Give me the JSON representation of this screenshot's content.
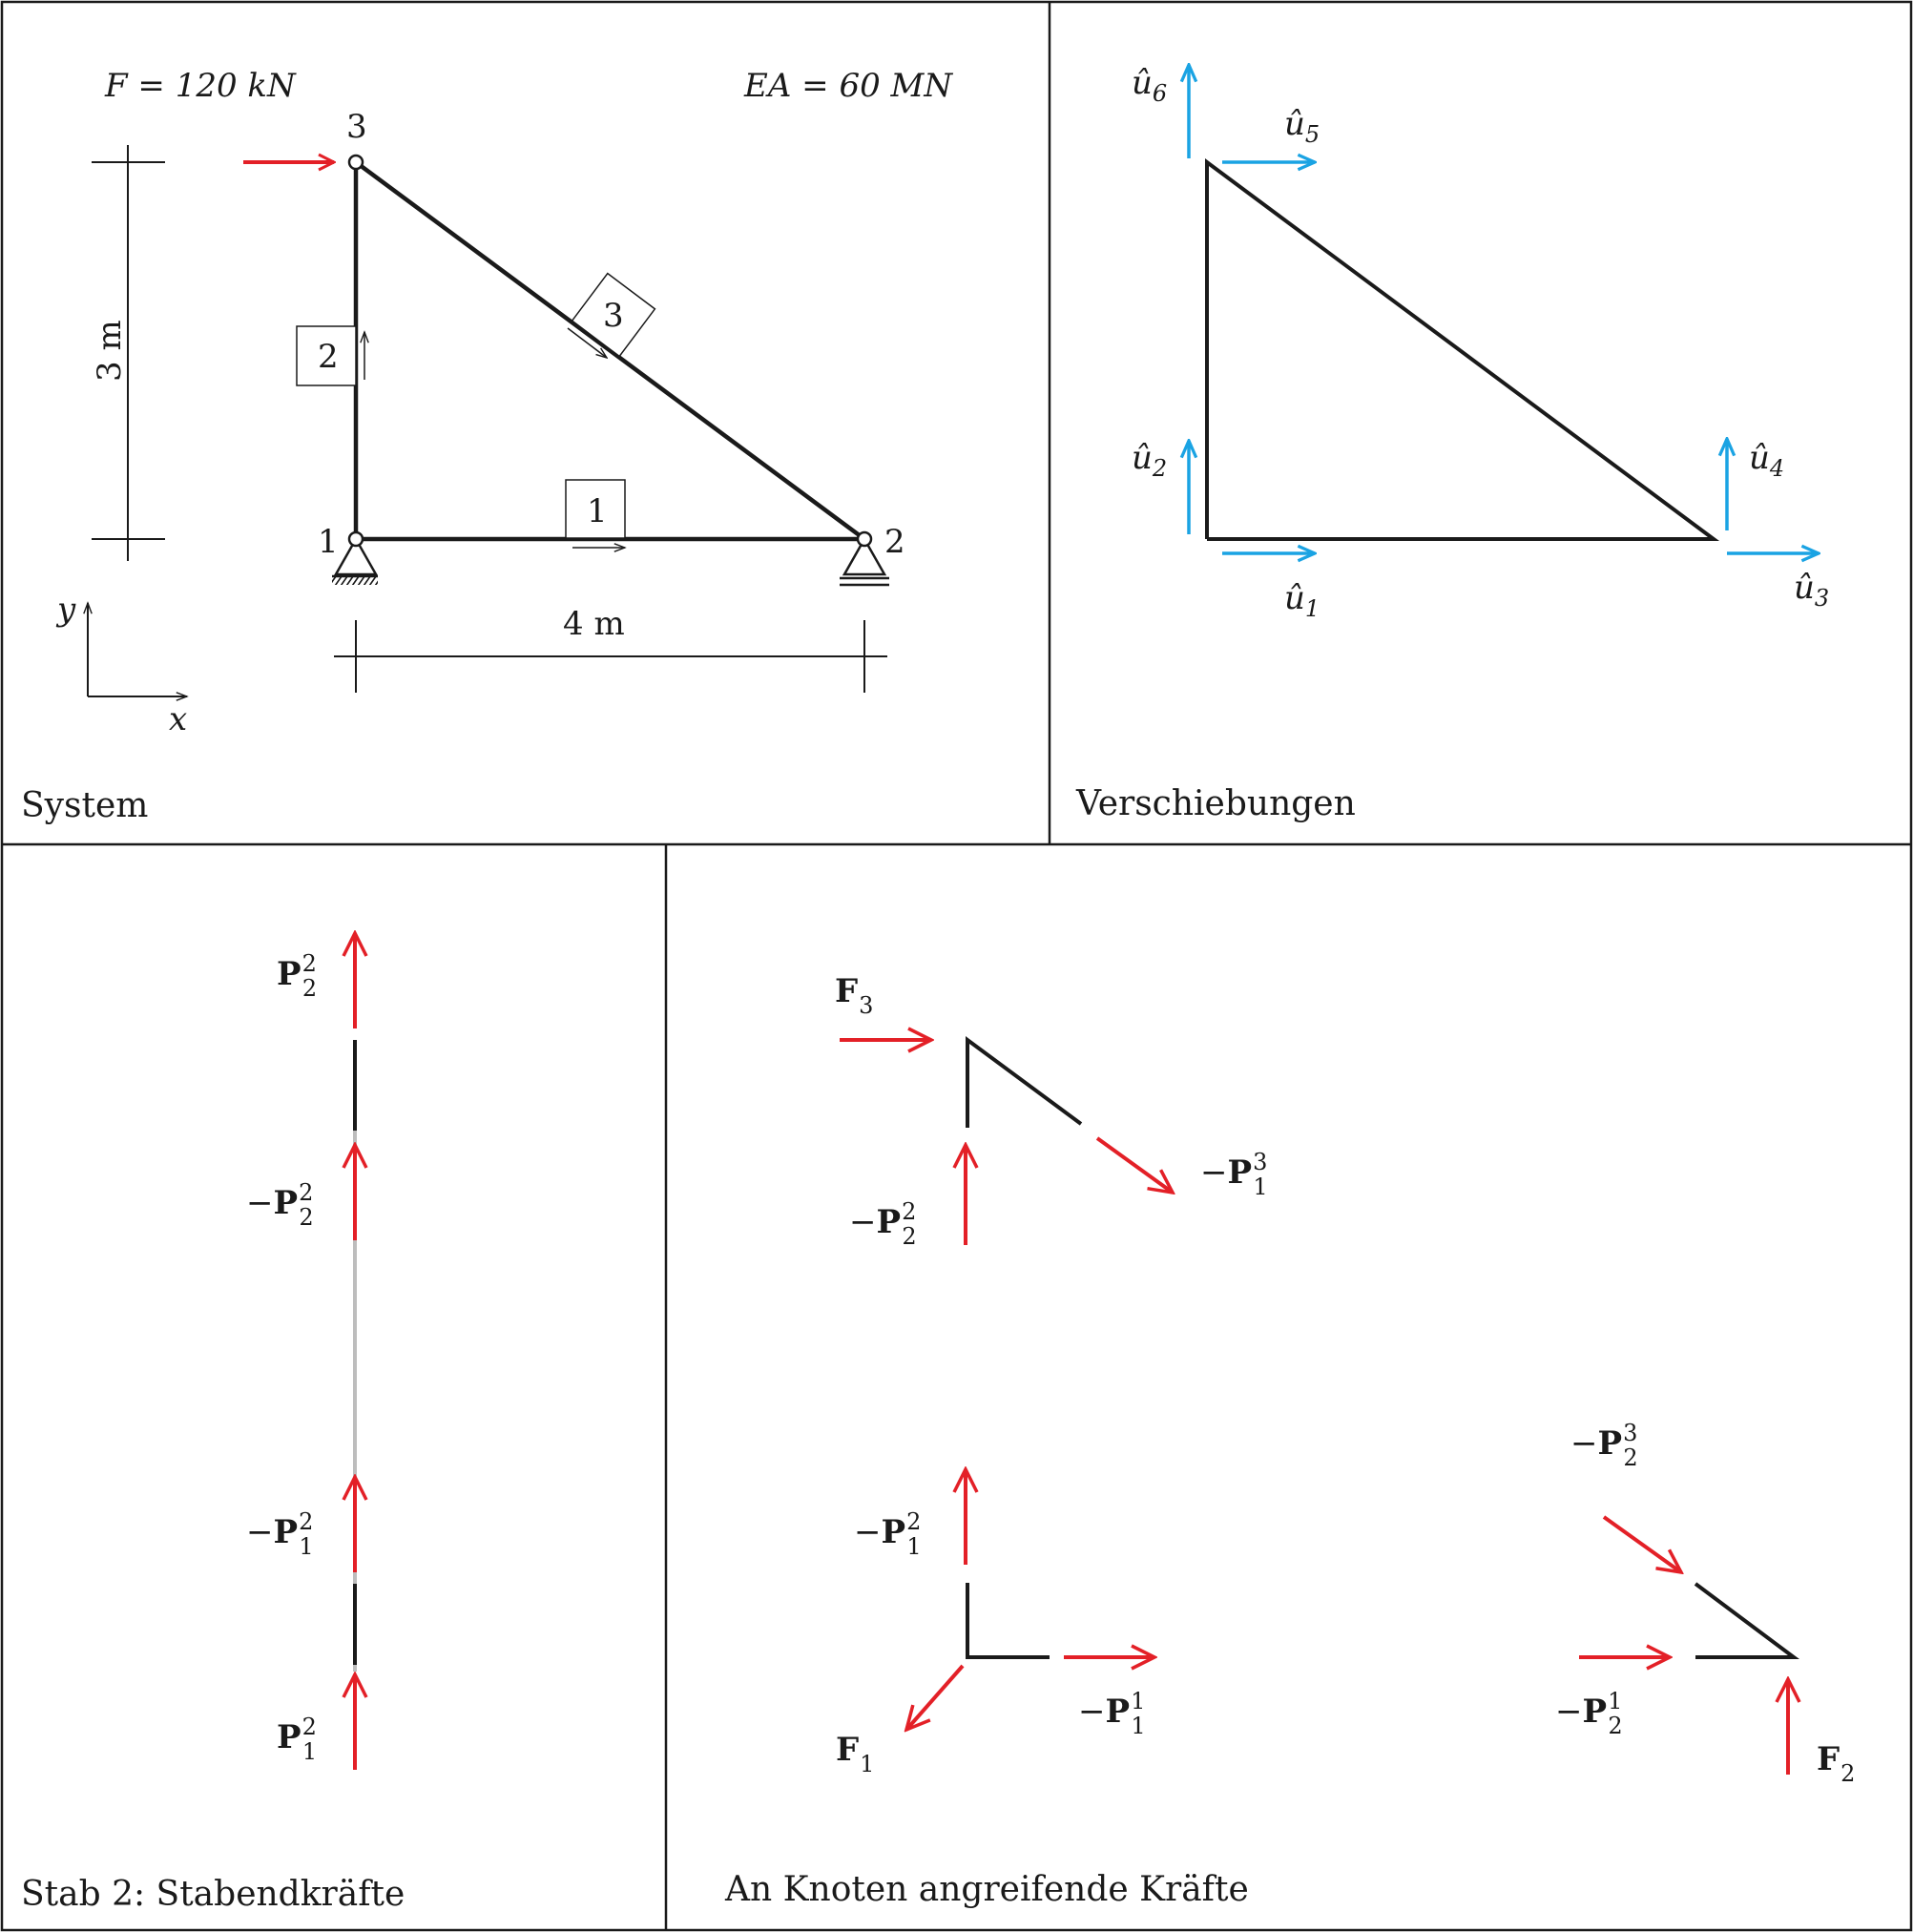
{
  "colors": {
    "force": "#e32027",
    "displacement": "#1aa3e3",
    "member": "#1a1a1a",
    "member_gray": "#bdbdbd"
  },
  "panel_system": {
    "caption": "System",
    "force_label": "F = 120 kN",
    "stiffness_label": "EA = 60 MN",
    "node_labels": [
      "1",
      "2",
      "3"
    ],
    "member_labels": [
      "1",
      "2",
      "3"
    ],
    "dim_height": "3 m",
    "dim_width": "4 m",
    "axis_x": "x",
    "axis_y": "y"
  },
  "panel_displacements": {
    "caption": "Verschiebungen",
    "dofs": [
      {
        "base": "û",
        "index": "1"
      },
      {
        "base": "û",
        "index": "2"
      },
      {
        "base": "û",
        "index": "3"
      },
      {
        "base": "û",
        "index": "4"
      },
      {
        "base": "û",
        "index": "5"
      },
      {
        "base": "û",
        "index": "6"
      }
    ]
  },
  "panel_member2": {
    "caption": "Stab 2: Stabendkräfte",
    "labels": [
      {
        "sign": "",
        "base": "P",
        "sup": "2",
        "sub": "2"
      },
      {
        "sign": "−",
        "base": "P",
        "sup": "2",
        "sub": "2"
      },
      {
        "sign": "−",
        "base": "P",
        "sup": "2",
        "sub": "1"
      },
      {
        "sign": "",
        "base": "P",
        "sup": "2",
        "sub": "1"
      }
    ]
  },
  "panel_nodes": {
    "caption": "An Knoten angreifende Kräfte",
    "node3": [
      {
        "sign": "",
        "base": "F",
        "sup": "",
        "sub": "3"
      },
      {
        "sign": "−",
        "base": "P",
        "sup": "3",
        "sub": "1"
      },
      {
        "sign": "−",
        "base": "P",
        "sup": "2",
        "sub": "2"
      }
    ],
    "node1": [
      {
        "sign": "−",
        "base": "P",
        "sup": "2",
        "sub": "1"
      },
      {
        "sign": "−",
        "base": "P",
        "sup": "1",
        "sub": "1"
      },
      {
        "sign": "",
        "base": "F",
        "sup": "",
        "sub": "1"
      }
    ],
    "node2": [
      {
        "sign": "−",
        "base": "P",
        "sup": "3",
        "sub": "2"
      },
      {
        "sign": "−",
        "base": "P",
        "sup": "1",
        "sub": "2"
      },
      {
        "sign": "",
        "base": "F",
        "sup": "",
        "sub": "2"
      }
    ]
  }
}
